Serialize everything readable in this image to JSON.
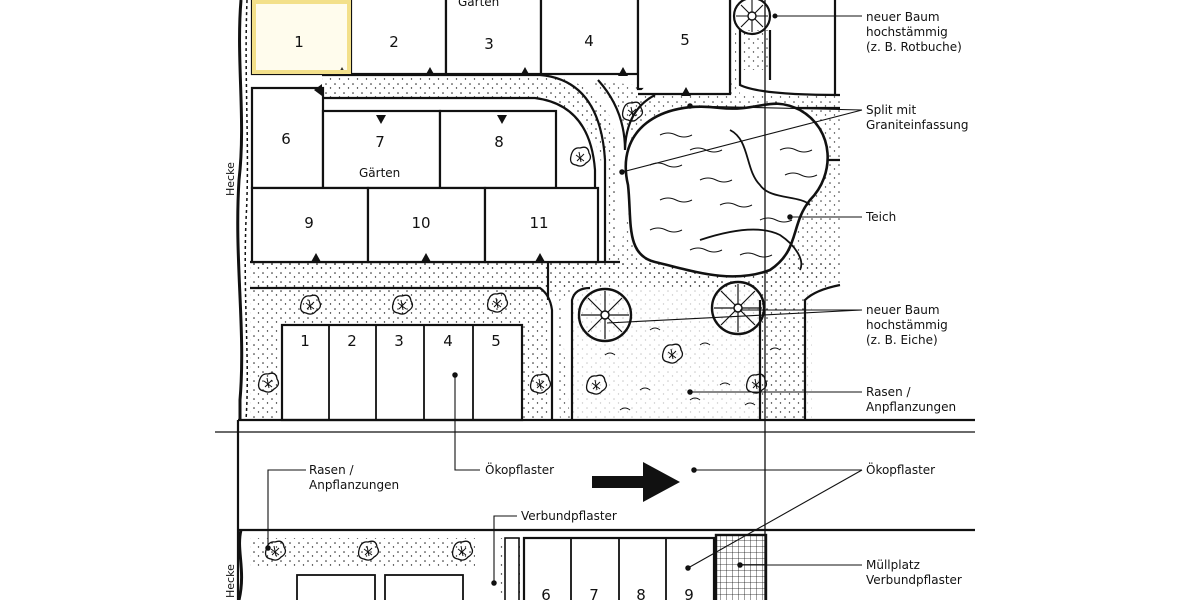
{
  "labels": {
    "neuer_baum_1": "neuer Baum\nhochstämmig\n(z. B. Rotbuche)",
    "split": "Split mit\nGraniteinfassung",
    "teich": "Teich",
    "neuer_baum_2": "neuer Baum\nhochstämmig\n(z. B. Eiche)",
    "rasen_right": "Rasen /\nAnpflanzungen",
    "rasen_left": "Rasen /\nAnpflanzungen",
    "oekopflaster_center": "Ökopflaster",
    "oekopflaster_right": "Ökopflaster",
    "verbundpflaster": "Verbundpflaster",
    "muellplatz": "Müllplatz\nVerbundpflaster",
    "gaerten_top": "Gärten",
    "gaerten_mid": "Gärten",
    "hecke_top": "Hecke",
    "hecke_bottom": "Hecke"
  },
  "plots": {
    "top_row": [
      "1",
      "2",
      "3",
      "4",
      "5"
    ],
    "mid_row": [
      "6",
      "7",
      "8"
    ],
    "lower_row": [
      "9",
      "10",
      "11"
    ]
  },
  "parking": {
    "upper": [
      "1",
      "2",
      "3",
      "4",
      "5"
    ],
    "lower": [
      "6",
      "7",
      "8",
      "9"
    ]
  },
  "colors": {
    "ink": "#111111",
    "highlight": "#f3e08a"
  }
}
